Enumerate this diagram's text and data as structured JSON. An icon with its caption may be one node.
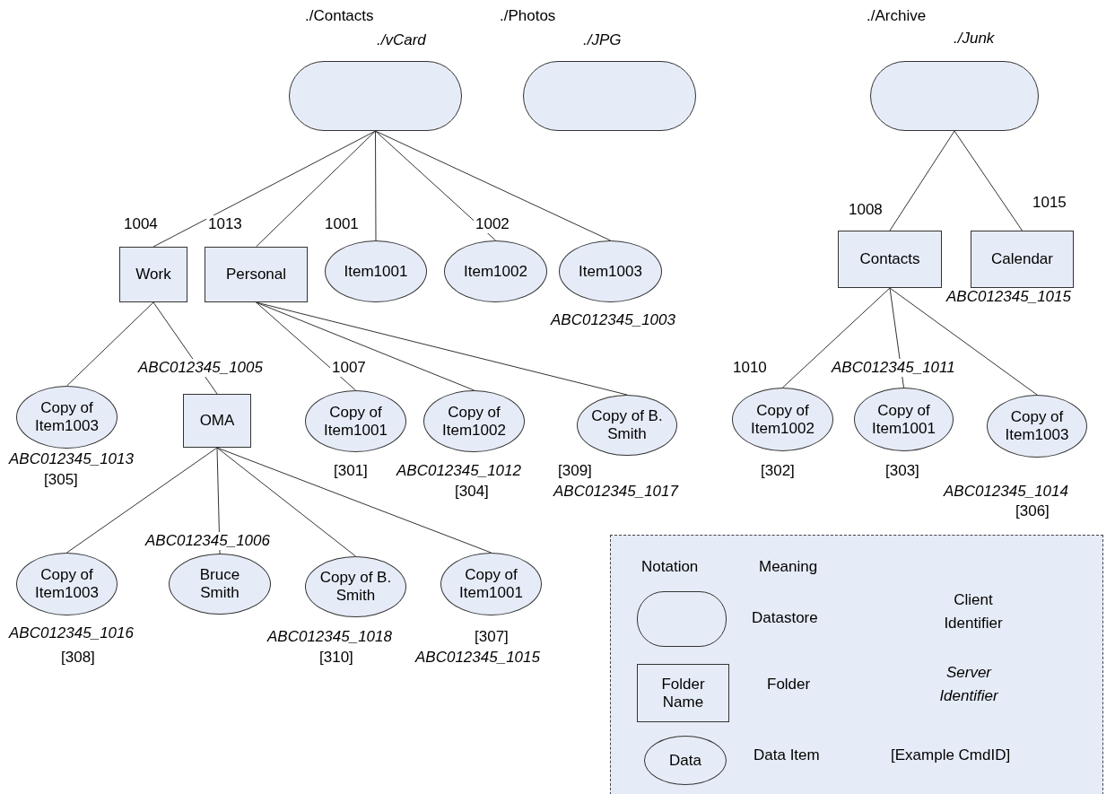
{
  "diagram": {
    "nodes": [
      {
        "text": [
          "./Contacts",
          "./vCard"
        ]
      },
      {
        "text": [
          "./Photos",
          "./JPG"
        ]
      },
      {
        "text": [
          "./Archive",
          "./Junk"
        ]
      },
      {
        "text": [
          "Work"
        ],
        "beside": [
          "1004"
        ]
      },
      {
        "text": [
          "Personal"
        ],
        "beside": [
          "1013"
        ]
      },
      {
        "text": [
          "Item1001"
        ],
        "beside": [
          "1001"
        ]
      },
      {
        "text": [
          "Item1002"
        ],
        "beside": [
          "1002"
        ]
      },
      {
        "text": [
          "Item1003"
        ],
        "beside": [
          "ABC012345_1003"
        ]
      },
      {
        "text": [
          "Contacts"
        ],
        "beside": [
          "1008"
        ]
      },
      {
        "text": [
          "Calendar"
        ],
        "beside": [
          "1015",
          "ABC012345_1015"
        ]
      },
      {
        "text": [
          "Copy of Item1003"
        ],
        "beside": [
          "ABC012345_1013",
          "[305]"
        ]
      },
      {
        "text": [
          "OMA"
        ],
        "beside": [
          "ABC012345_1005"
        ]
      },
      {
        "text": [
          "Copy of Item1001"
        ],
        "beside": [
          "1007",
          "[301]"
        ]
      },
      {
        "text": [
          "Copy of Item1002"
        ],
        "beside": [
          "ABC012345_1012",
          "[304]"
        ]
      },
      {
        "text": [
          "Copy of B. Smith"
        ],
        "beside": [
          "[309]",
          "ABC012345_1017"
        ]
      },
      {
        "text": [
          "Copy of Item1002"
        ],
        "beside": [
          "1010",
          "[302]"
        ]
      },
      {
        "text": [
          "Copy of Item1001"
        ],
        "beside": [
          "ABC012345_1011",
          "[303]"
        ]
      },
      {
        "text": [
          "Copy of Item1003"
        ],
        "beside": [
          "ABC012345_1014",
          "[306]"
        ]
      },
      {
        "text": [
          "Copy of Item1003"
        ],
        "beside": [
          "ABC012345_1016",
          "[308]"
        ]
      },
      {
        "text": [
          "Bruce Smith"
        ],
        "beside": [
          "ABC012345_1006"
        ]
      },
      {
        "text": [
          "Copy of B. Smith"
        ],
        "beside": [
          "ABC012345_1018",
          "[310]"
        ]
      },
      {
        "text": [
          "Copy of Item1001"
        ],
        "beside": [
          "[307]",
          "ABC012345_1015"
        ]
      }
    ],
    "edges": [
      {
        "from": 0,
        "to": 3,
        "arrow": "none"
      },
      {
        "from": 0,
        "to": 4,
        "arrow": "none"
      },
      {
        "from": 0,
        "to": 5,
        "arrow": "none"
      },
      {
        "from": 0,
        "to": 6,
        "arrow": "none"
      },
      {
        "from": 0,
        "to": 7,
        "arrow": "none"
      },
      {
        "from": 2,
        "to": 8,
        "arrow": "none"
      },
      {
        "from": 2,
        "to": 9,
        "arrow": "none"
      },
      {
        "from": 3,
        "to": 10,
        "arrow": "none"
      },
      {
        "from": 3,
        "to": 11,
        "arrow": "none"
      },
      {
        "from": 4,
        "to": 12,
        "arrow": "none"
      },
      {
        "from": 4,
        "to": 13,
        "arrow": "none"
      },
      {
        "from": 4,
        "to": 14,
        "arrow": "none"
      },
      {
        "from": 8,
        "to": 15,
        "arrow": "none"
      },
      {
        "from": 8,
        "to": 16,
        "arrow": "none"
      },
      {
        "from": 8,
        "to": 17,
        "arrow": "none"
      },
      {
        "from": 11,
        "to": 18,
        "arrow": "none"
      },
      {
        "from": 11,
        "to": 19,
        "arrow": "none"
      },
      {
        "from": 11,
        "to": 20,
        "arrow": "none"
      },
      {
        "from": 11,
        "to": 21,
        "arrow": "none"
      }
    ],
    "labels": [
      "Notation",
      "Meaning",
      "Client Identifier",
      "Folder Name",
      "Server Identifier",
      "Data",
      "[Example CmdID]"
    ],
    "legend": [
      {
        "text": "Datastore"
      },
      {
        "text": "Folder"
      },
      {
        "text": "Data Item"
      }
    ]
  }
}
